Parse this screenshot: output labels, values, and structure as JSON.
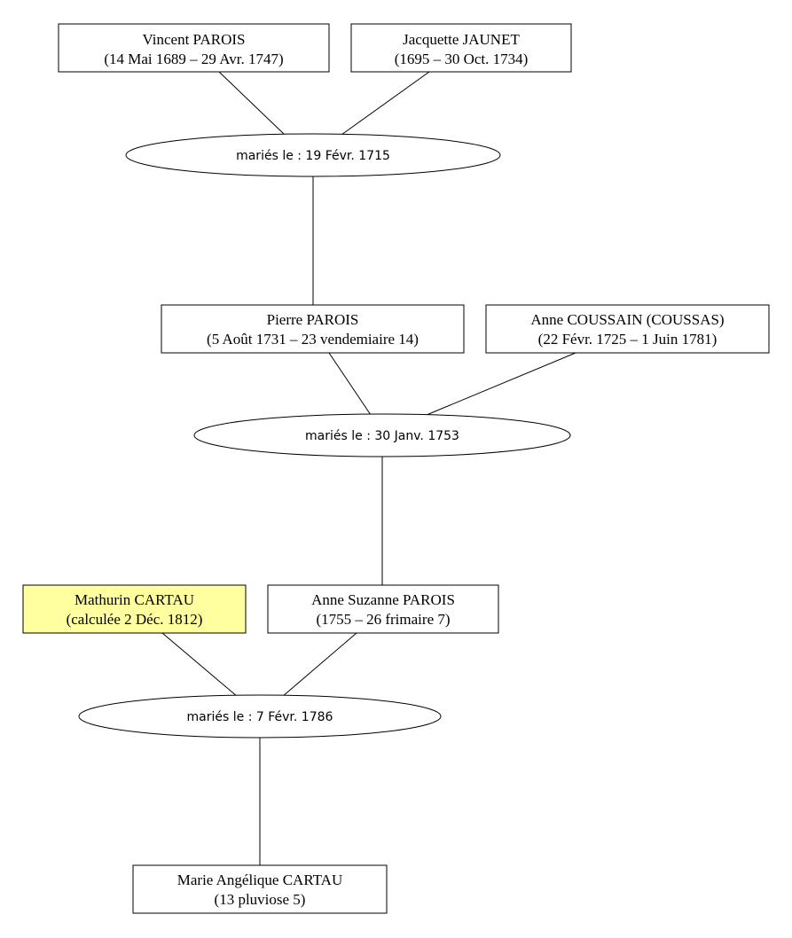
{
  "colors": {
    "highlight_fill": "#ffffa0",
    "stroke": "#000000",
    "background": "#ffffff"
  },
  "people": {
    "vincent": {
      "name": "Vincent PAROIS",
      "dates": "(14 Mai 1689 – 29 Avr. 1747)"
    },
    "jacquette": {
      "name": "Jacquette JAUNET",
      "dates": "(1695 – 30 Oct. 1734)"
    },
    "pierre": {
      "name": "Pierre PAROIS",
      "dates": "(5 Août 1731 – 23 vendemiaire 14)"
    },
    "anne_coussain": {
      "name": "Anne COUSSAIN (COUSSAS)",
      "dates": "(22 Févr. 1725 – 1 Juin 1781)"
    },
    "mathurin": {
      "name": "Mathurin CARTAU",
      "dates": "(calculée 2 Déc. 1812)"
    },
    "anne_suzanne": {
      "name": "Anne Suzanne PAROIS",
      "dates": "(1755 – 26 frimaire 7)"
    },
    "marie_angelique": {
      "name": "Marie Angélique CARTAU",
      "dates": "(13 pluviose 5)"
    }
  },
  "marriages": {
    "m1715": {
      "label": "mariés le : 19 Févr. 1715"
    },
    "m1753": {
      "label": "mariés le : 30 Janv. 1753"
    },
    "m1786": {
      "label": "mariés le : 7 Févr. 1786"
    }
  }
}
